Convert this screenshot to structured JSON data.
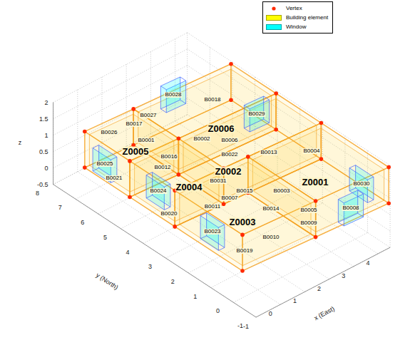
{
  "diagram": {
    "labels": [
      "Z0005",
      "Z0006",
      "Z0002",
      "Z0004",
      "Z0003",
      "Z0001",
      "B0028",
      "B0018",
      "B0029",
      "B0027",
      "B0017",
      "B0026",
      "B0002",
      "B0001",
      "B0006",
      "B0004",
      "B0013",
      "B0022",
      "B0016",
      "B0025",
      "B0012",
      "B0031",
      "B0021",
      "B0024",
      "B0015",
      "B0003",
      "B0030",
      "B0007",
      "B0011",
      "B0008",
      "B0014",
      "B0005",
      "B0020",
      "B0009",
      "B0023",
      "B0010",
      "B0019",
      "2",
      "1.5",
      "1",
      "0.5",
      "0",
      "-0.5",
      "8",
      "7",
      "6",
      "5",
      "4",
      "3",
      "2",
      "1",
      "0",
      "-1",
      "-1",
      "0",
      "1",
      "2",
      "3",
      "4",
      "z",
      "y (North)",
      "x (East)"
    ],
    "legend": [
      {
        "text": "Vertex"
      },
      {
        "text": "Building element",
        "color": "#ffff00"
      },
      {
        "text": "Window",
        "color": "#00ffff"
      }
    ]
  }
}
